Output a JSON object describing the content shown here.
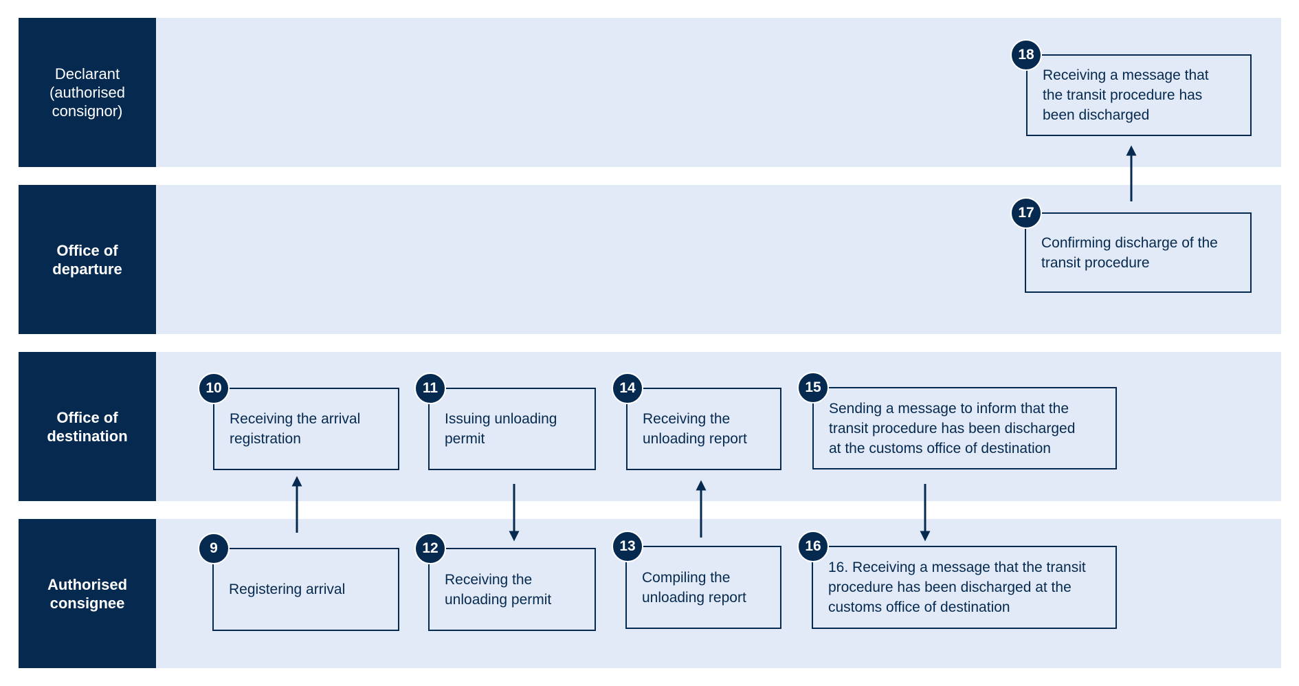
{
  "lanes": [
    {
      "label": "Declarant\n(authorised\nconsignor)"
    },
    {
      "label": "Office of\ndeparture"
    },
    {
      "label": "Office of\ndestination"
    },
    {
      "label": "Authorised\nconsignee"
    }
  ],
  "steps": [
    {
      "number": "18",
      "text": "Receiving a message that\nthe transit procedure has\nbeen discharged"
    },
    {
      "number": "17",
      "text": "Confirming discharge of the\ntransit procedure"
    },
    {
      "number": "10",
      "text": "Receiving the arrival\nregistration"
    },
    {
      "number": "11",
      "text": "Issuing unloading\npermit"
    },
    {
      "number": "14",
      "text": "Receiving the\nunloading report"
    },
    {
      "number": "15",
      "text": "Sending a message to inform that the\ntransit procedure has been discharged\nat the customs office of destination"
    },
    {
      "number": "9",
      "text": "Registering arrival"
    },
    {
      "number": "12",
      "text": "Receiving the\nunloading permit"
    },
    {
      "number": "13",
      "text": "Compiling the\nunloading report"
    },
    {
      "number": "16",
      "text": "16. Receiving a message that the transit\nprocedure has been discharged at the\ncustoms office of destination"
    }
  ],
  "colors": {
    "lane_header": "#06294f",
    "lane_body": "#e1eaf6",
    "box_border": "#06294f",
    "badge": "#06294f"
  }
}
